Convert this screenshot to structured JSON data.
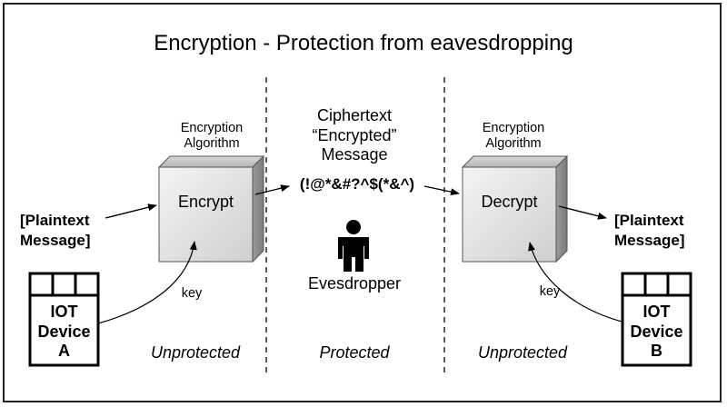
{
  "title": "Encryption - Protection from eavesdropping",
  "left": {
    "algo_label": [
      "Encryption",
      "Algorithm"
    ],
    "box_label": "Encrypt",
    "input_label": [
      "[Plaintext",
      "Message]"
    ],
    "key_label": "key",
    "device_label": [
      "IOT",
      "Device",
      "A"
    ],
    "zone_label": "Unprotected"
  },
  "middle": {
    "cipher_label": [
      "Ciphertext",
      "“Encrypted”",
      "Message"
    ],
    "cipher_text": "(!@*&#?^$(*&^)",
    "eavesdropper_label": "Evesdropper",
    "zone_label": "Protected"
  },
  "right": {
    "algo_label": [
      "Encryption",
      "Algorithm"
    ],
    "box_label": "Decrypt",
    "output_label": [
      "[Plaintext",
      "Message]"
    ],
    "key_label": "key",
    "device_label": [
      "IOT",
      "Device",
      "B"
    ],
    "zone_label": "Unprotected"
  }
}
